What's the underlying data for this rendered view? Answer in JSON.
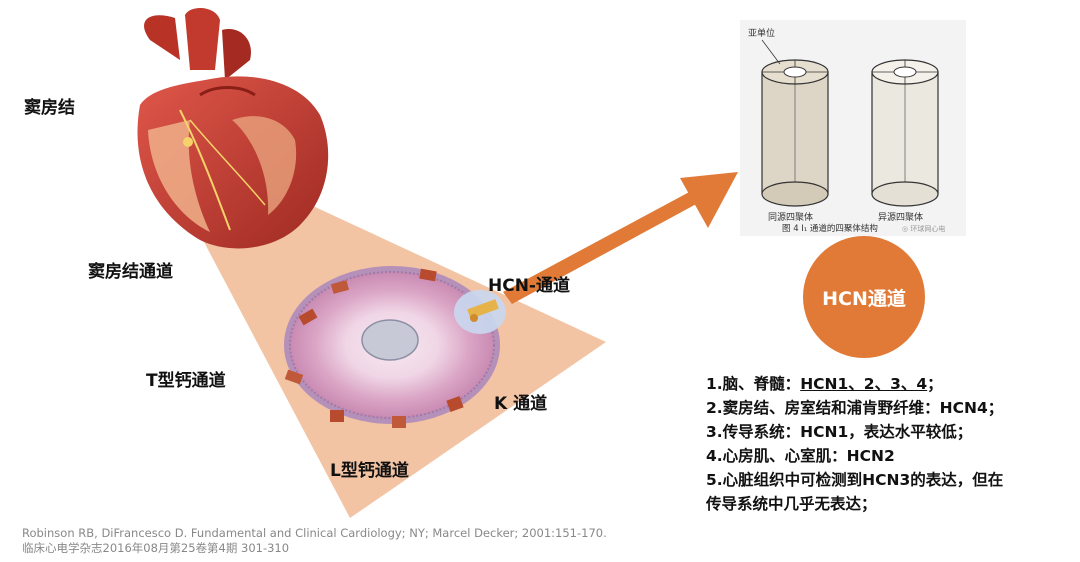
{
  "labels": {
    "sa_node": "窦房结",
    "sa_node_channel": "窦房结通道",
    "t_calcium": "T型钙通道",
    "hcn_channel": "HCN-通道",
    "k_channel": "K 通道",
    "l_calcium": "L型钙通道"
  },
  "figure": {
    "subunit_label": "亚单位",
    "homo_tetramer": "同源四聚体",
    "hetero_tetramer": "异源四聚体",
    "caption": "图 4  I₁ 通道的四聚体结构",
    "watermark": "◎ 环球网心电"
  },
  "badge": {
    "text": "HCN通道"
  },
  "facts": {
    "line1_prefix": "1.脑、脊髓：",
    "line1_underlined": "HCN1、2、3、4",
    "line1_suffix": "；",
    "line2": "2.窦房结、房室结和浦肯野纤维：HCN4；",
    "line3": "3.传导系统：HCN1，表达水平较低；",
    "line4": "4.心房肌、心室肌：HCN2",
    "line5": "5.心脏组织中可检测到HCN3的表达，但在",
    "line6": "传导系统中几乎无表达；"
  },
  "references": {
    "ref1": "Robinson RB, DiFrancesco D. Fundamental and Clinical Cardiology; NY; Marcel Decker; 2001:151-170.",
    "ref2": "临床心电学杂志2016年08月第25卷第4期 301-310"
  },
  "colors": {
    "cone": "#f2c4a4",
    "arrow": "#e07a36",
    "badge": "#e07a36",
    "heart": "#c0392b",
    "cell": "#e8b8d0"
  },
  "icons": [
    "heart-illustration",
    "cell-membrane-illustration",
    "orange-arrow-icon",
    "tetramer-cylinder-icon"
  ]
}
